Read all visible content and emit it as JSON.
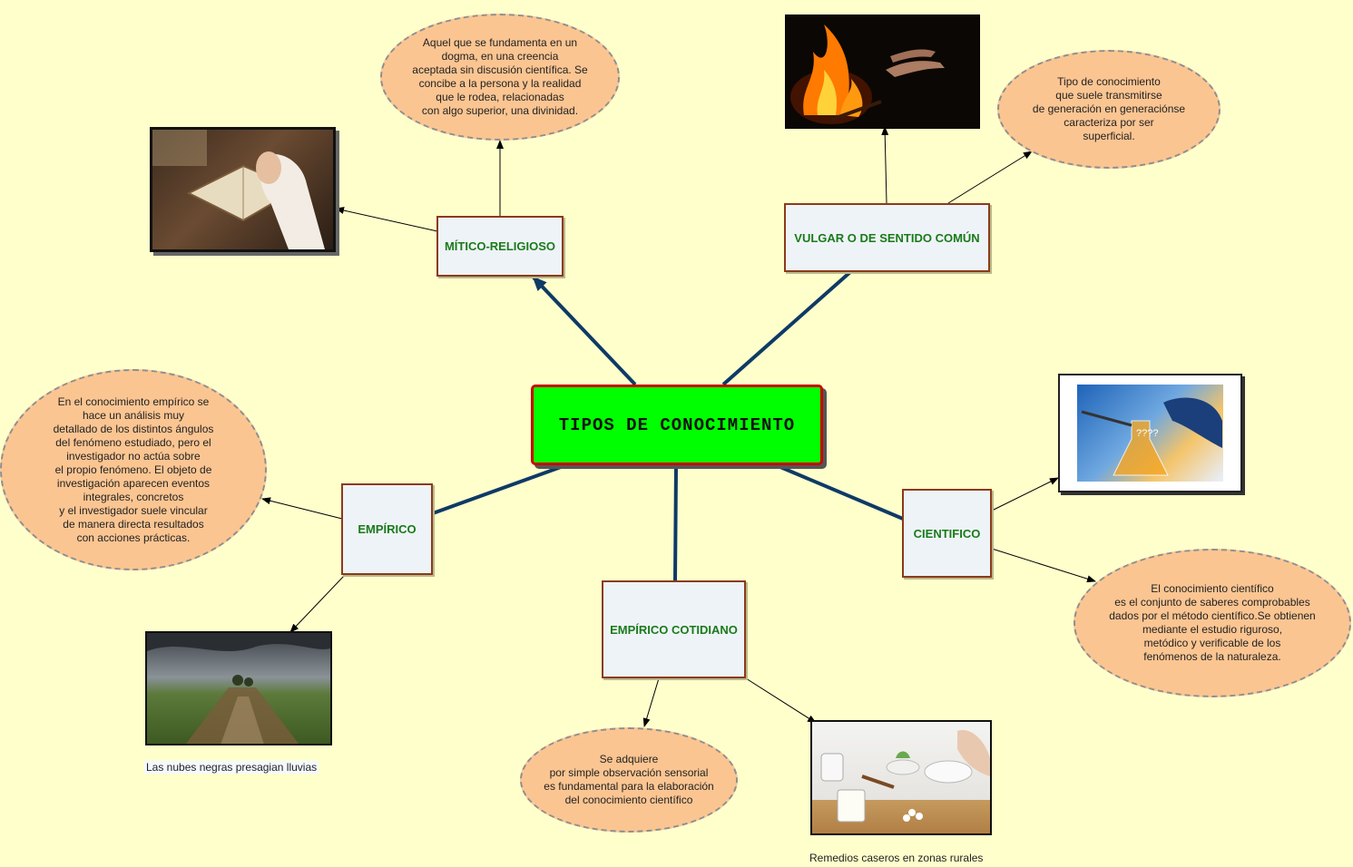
{
  "central": {
    "title": "TIPOS DE CONOCIMIENTO"
  },
  "nodes": {
    "mitico": "MÍTICO-RELIGIOSO",
    "vulgar": "VULGAR O DE SENTIDO COMÚN",
    "empirico": "EMPÍRICO",
    "cientifico": "CIENTIFICO",
    "cotidiano": "EMPÍRICO COTIDIANO"
  },
  "bubbles": {
    "mitico": "Aquel que se fundamenta en un\ndogma, en una creencia\naceptada sin discusión científica. Se\nconcibe a la persona y la realidad\nque le rodea, relacionadas\ncon algo superior, una divinidad.",
    "vulgar": "Tipo de conocimiento\nque suele transmitirse\nde generación en generaciónse\ncaracteriza por ser\nsuperficial.",
    "empirico": "En el conocimiento empírico se\nhace un análisis muy\ndetallado de los distintos ángulos\ndel fenómeno estudiado, pero el\ninvestigador no actúa sobre\nel propio fenómeno. El objeto de\ninvestigación aparecen eventos\nintegrales, concretos\ny el investigador suele vincular\nde manera directa resultados\ncon acciones prácticas.",
    "cientifico": "El conocimiento científico\nes el conjunto de saberes comprobables\ndados por  el método científico.Se obtienen\nmediante el estudio riguroso,\nmetódico y verificable de los\nfenómenos de la naturaleza.",
    "cotidiano": "Se adquiere\npor simple observación sensorial\nes fundamental para la elaboración\ndel conocimiento científico"
  },
  "captions": {
    "empirico": "Las nubes negras presagian lluvias",
    "cotidiano": "Remedios caseros en zonas rurales"
  },
  "image_labels": {
    "cientifico": "????"
  },
  "colors": {
    "background": "#ffffcc",
    "central_fill": "#00ff00",
    "central_border": "#cc0000",
    "node_text": "#1a7a1a",
    "node_border": "#8b3a1a",
    "bubble_fill": "#fbc592",
    "thick_link": "#0e3a66"
  }
}
